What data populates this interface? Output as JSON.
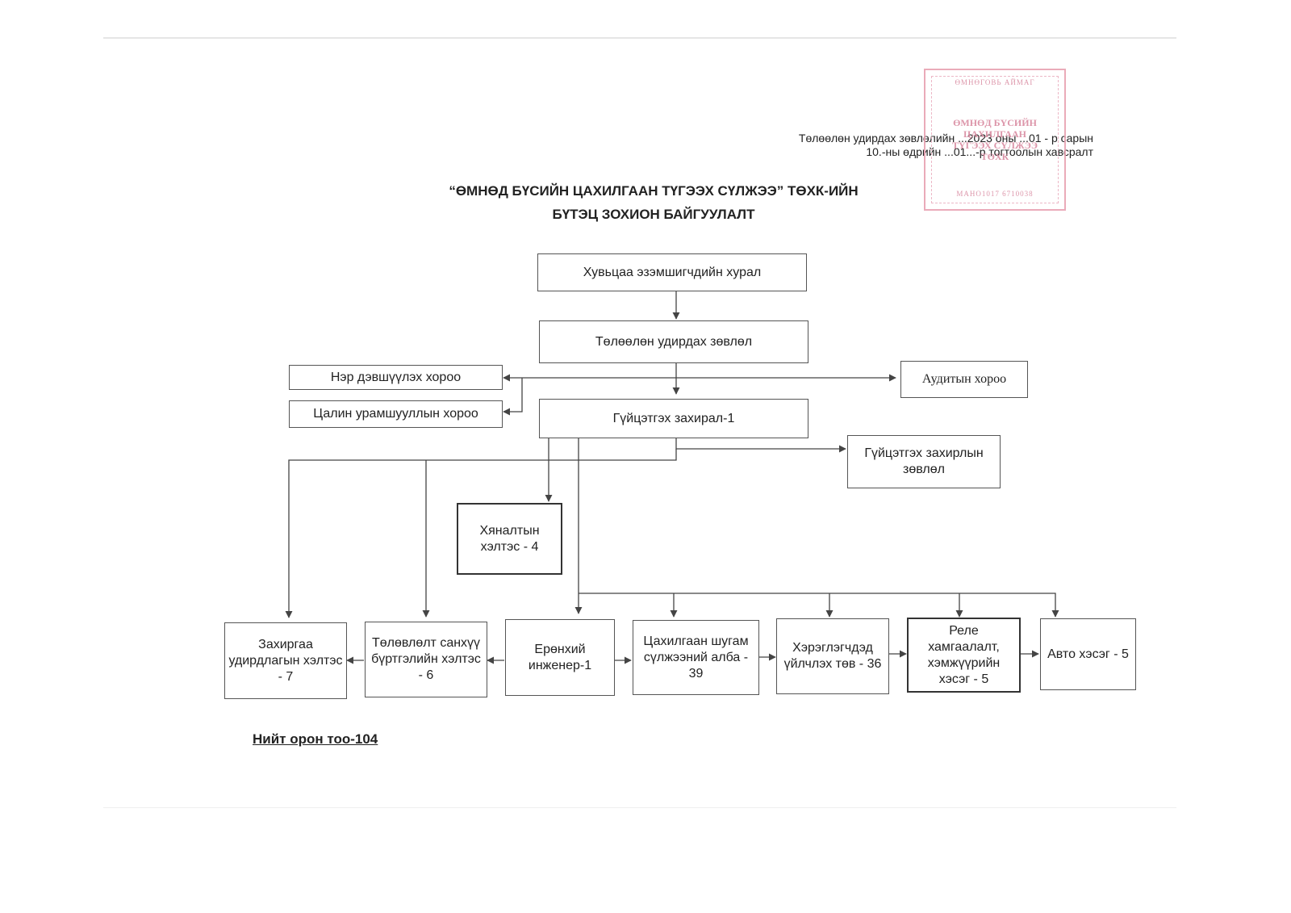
{
  "resolution_note": {
    "line1": "Төлөөлөн удирдах зөвлөлийн ...2023 оны ...01 - р сарын",
    "line2": "10.-ны өдрийн ...01...-р тогтоолын хавсралт"
  },
  "stamp": {
    "top_text": "ӨМНӨГОВЬ АЙМАГ",
    "middle_text": "ӨМНӨД БҮСИЙН ЦАХИЛГААН ТҮГЭЭХ СҮЛЖЭЭ ТӨХК",
    "bottom_text": "МАНО1017 6710038",
    "color": "#d98aa0"
  },
  "title": {
    "line1": "“ӨМНӨД БҮСИЙН ЦАХИЛГААН ТҮГЭЭХ СҮЛЖЭЭ” ТӨХК-ИЙН",
    "line2": "БҮТЭЦ ЗОХИОН БАЙГУУЛАЛТ"
  },
  "org": {
    "shareholders": "Хувьцаа эзэмшигчдийн хурал",
    "board": "Төлөөлөн удирдах зөвлөл",
    "nomination": "Нэр дэвшүүлэх хороо",
    "remuneration": "Цалин урамшууллын хороо",
    "audit": "Аудитын хороо",
    "ceo": "Гүйцэтгэх захирал-1",
    "exec_council": "Гүйцэтгэх захирлын зөвлөл",
    "control": "Хяналтын хэлтэс - 4",
    "admin": "Захиргаа удирдлагын хэлтэс - 7",
    "finance": "Төлөвлөлт санхүү бүртгэлийн хэлтэс - 6",
    "chief_engineer": "Ерөнхий инженер-1",
    "lines": "Цахилгаан шугам сүлжээний алба - 39",
    "customer": "Хэрэглэгчдэд үйлчлэх төв - 36",
    "relay": "Реле хамгаалалт, хэмжүүрийн хэсэг - 5",
    "auto": "Авто хэсэг - 5"
  },
  "total_label": "Нийт орон тоо-104"
}
